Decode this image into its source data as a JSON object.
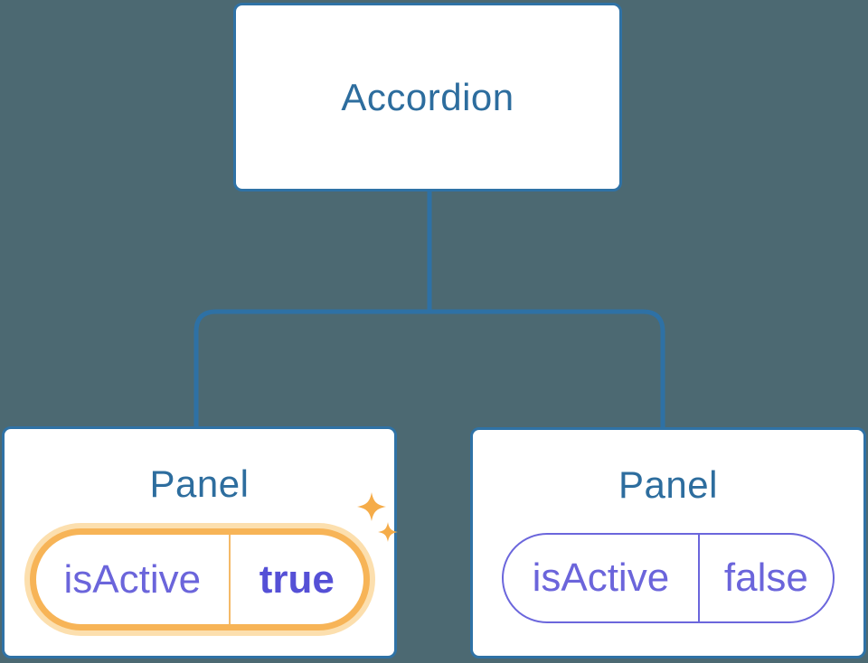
{
  "diagram": {
    "root": {
      "label": "Accordion"
    },
    "children": [
      {
        "label": "Panel",
        "state": {
          "key": "isActive",
          "value": "true"
        },
        "highlighted": true
      },
      {
        "label": "Panel",
        "state": {
          "key": "isActive",
          "value": "false"
        },
        "highlighted": false
      }
    ]
  },
  "icons": [
    {
      "name": "sparkles-icon"
    }
  ],
  "colors": {
    "background": "#4c6972",
    "node_border": "#2f72a6",
    "node_text": "#2d6d9e",
    "connector": "#2e71a5",
    "state_text": "#6b65db",
    "state_value_active": "#5550d6",
    "state_border_inactive": "#6b66dc",
    "highlight_orange": "#f7b457",
    "highlight_glow": "#fcdfae",
    "divider_orange": "#f4ba68",
    "sparkle": "#f5ac49"
  }
}
